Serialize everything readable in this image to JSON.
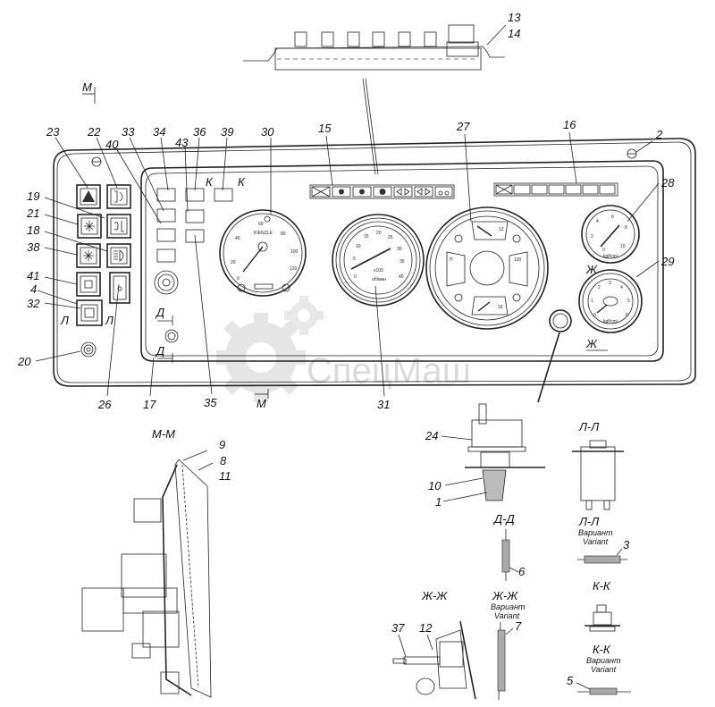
{
  "diagram": {
    "title": "Instrument panel assembly",
    "watermark": "СпецМаш",
    "section_marks": {
      "m_top": "М",
      "m_bottom": "М",
      "l_left": "Л",
      "l_right": "Л",
      "d_top": "Д",
      "d_bottom": "Д",
      "k_left": "К",
      "k_right": "К",
      "zh_top": "Ж",
      "zh_bottom": "Ж"
    },
    "callouts": {
      "c1": "1",
      "c2": "2",
      "c3": "3",
      "c4": "4",
      "c5": "5",
      "c6": "6",
      "c7": "7",
      "c8": "8",
      "c9": "9",
      "c10": "10",
      "c11": "11",
      "c12": "12",
      "c13": "13",
      "c14": "14",
      "c15": "15",
      "c16": "16",
      "c17": "17",
      "c18": "18",
      "c19": "19",
      "c20": "20",
      "c21": "21",
      "c22": "22",
      "c23": "23",
      "c24": "24",
      "c26": "26",
      "c27": "27",
      "c28": "28",
      "c29": "29",
      "c30": "30",
      "c31": "31",
      "c32": "32",
      "c33": "33",
      "c34": "34",
      "c35": "35",
      "c36": "36",
      "c37": "37",
      "c38": "38",
      "c39": "39",
      "c40": "40",
      "c41": "41",
      "c43": "43"
    },
    "section_views": {
      "mm": "М-М",
      "ll": "Л-Л",
      "ll_variant": "Л-Л",
      "dd": "Д-Д",
      "zhzh": "Ж-Ж",
      "zhzh_variant": "Ж-Ж",
      "kk": "К-К",
      "kk_variant": "К-К",
      "variant_ru": "Вариант",
      "variant_en": "Variant"
    },
    "gauges": {
      "speedometer": {
        "brand": "KIENZLE",
        "ticks": [
          "0",
          "20",
          "40",
          "60",
          "80",
          "100",
          "120"
        ]
      },
      "tachometer": {
        "ticks": [
          "0",
          "5",
          "10",
          "15",
          "20",
          "25",
          "30",
          "35",
          "40"
        ],
        "multiplier": "x100",
        "unit": "об/мин"
      },
      "pressure_upper": {
        "ticks": [
          "0",
          "2",
          "4",
          "6",
          "8",
          "10"
        ],
        "unit": "kgf/cm²"
      },
      "pressure_lower": {
        "ticks": [
          "0",
          "1",
          "2",
          "3",
          "4",
          "5",
          "6"
        ],
        "unit": "kgf/cm²"
      },
      "combo": {
        "top_value": "12",
        "right_value": "120",
        "bottom_value": "32",
        "left_value": "П"
      }
    }
  }
}
